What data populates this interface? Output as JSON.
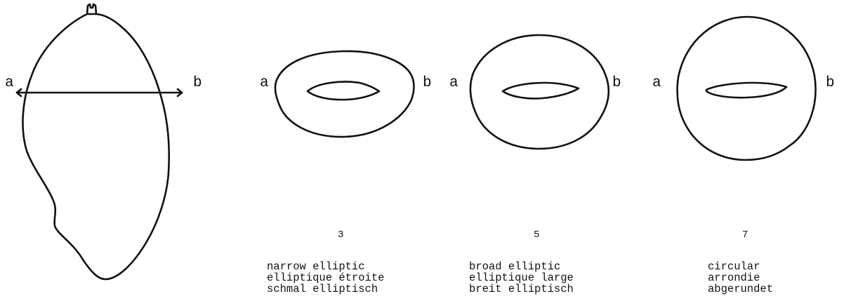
{
  "reference": {
    "label_a": "a",
    "label_b": "b"
  },
  "shapes": [
    {
      "number": "3",
      "label_a": "a",
      "label_b": "b",
      "descriptions": [
        "narrow elliptic",
        "elliptique étroite",
        "schmal elliptisch"
      ]
    },
    {
      "number": "5",
      "label_a": "a",
      "label_b": "b",
      "descriptions": [
        "broad elliptic",
        "elliptique large",
        "breit elliptisch"
      ]
    },
    {
      "number": "7",
      "label_a": "a",
      "label_b": "b",
      "descriptions": [
        "circular",
        "arrondie",
        "abgerundet"
      ]
    }
  ]
}
